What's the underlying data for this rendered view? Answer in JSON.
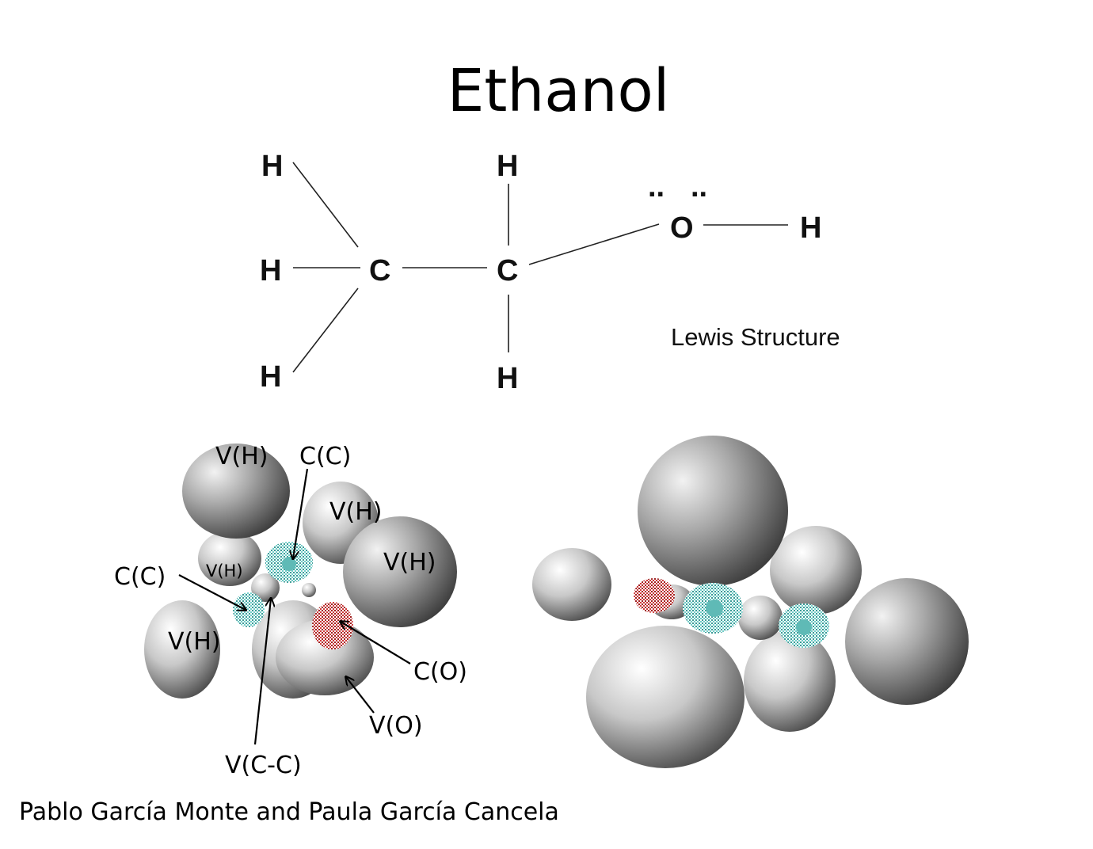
{
  "title": "Ethanol",
  "lewis": {
    "atoms": {
      "h_top_left": "H",
      "h_mid_left": "H",
      "h_bot_left": "H",
      "c1": "C",
      "h_top_mid": "H",
      "c2": "C",
      "h_bot_mid": "H",
      "o": "O",
      "h_right": "H",
      "lone_pair_1": "..",
      "lone_pair_2": ".."
    },
    "caption": "Lewis Structure"
  },
  "elf_left": {
    "labels": {
      "vh_top": "V(H)",
      "cc_top": "C(C)",
      "vh_upper_right": "V(H)",
      "vh_right": "V(H)",
      "vh_small": "V(H)",
      "cc_left": "C(C)",
      "vh_bottom_left": "V(H)",
      "co": "C(O)",
      "vo": "V(O)",
      "vcc": "V(C-C)"
    }
  },
  "colors": {
    "lobe_gray": "#8c8c8c",
    "core_cyan": "#7fd4d0",
    "core_red": "#d23a3a",
    "bond_line": "#222222"
  },
  "credits": "Pablo García Monte and Paula García Cancela"
}
